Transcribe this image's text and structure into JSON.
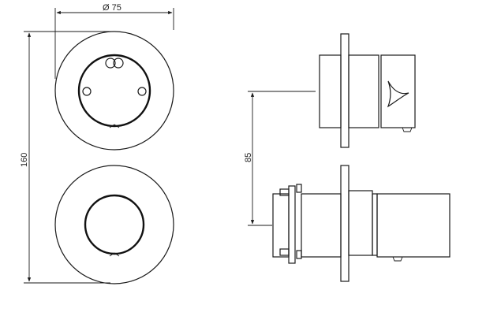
{
  "dimensions": {
    "diameter_label": "Ø 75",
    "height_label": "160",
    "offset_label": "85"
  }
}
